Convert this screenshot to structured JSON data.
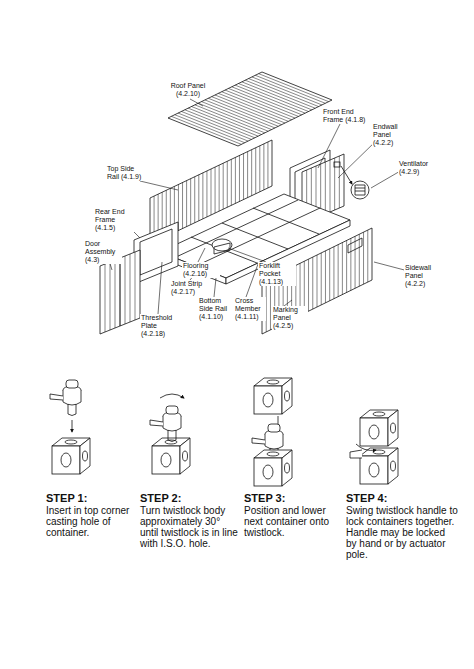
{
  "diagram": {
    "labels": [
      "Roof Panel (4.2.10)",
      "Front End Frame (4.1.8)",
      "Endwall Panel (4.2.2)",
      "Ventilator (4.2.9)",
      "Top Side Rail (4.1.9)",
      "Rear End Frame (4.1.5)",
      "Door Assembly (4.3)",
      "Flooring (4.2.16)",
      "Joint Strip (4.2.17)",
      "Forklift Pocket (4.1.13)",
      "Bottom Side Rail (4.1.10)",
      "Cross Member (4.1.11)",
      "Threshold Plate (4.2.18)",
      "Marking Panel (4.2.5)",
      "Sidewall Panel (4.2.2)",
      "STEP 1:",
      "Insert in top corner casting hole of container.",
      "STEP 2:",
      "Turn twistlock body approximately 30° until twistlock is in line with I.S.O. hole.",
      "STEP 3:",
      "Position and lower next container onto twistlock.",
      "STEP 4:",
      "Swing twistlock handle to lock containers together. Handle may be locked by hand or by actuator pole."
    ]
  }
}
